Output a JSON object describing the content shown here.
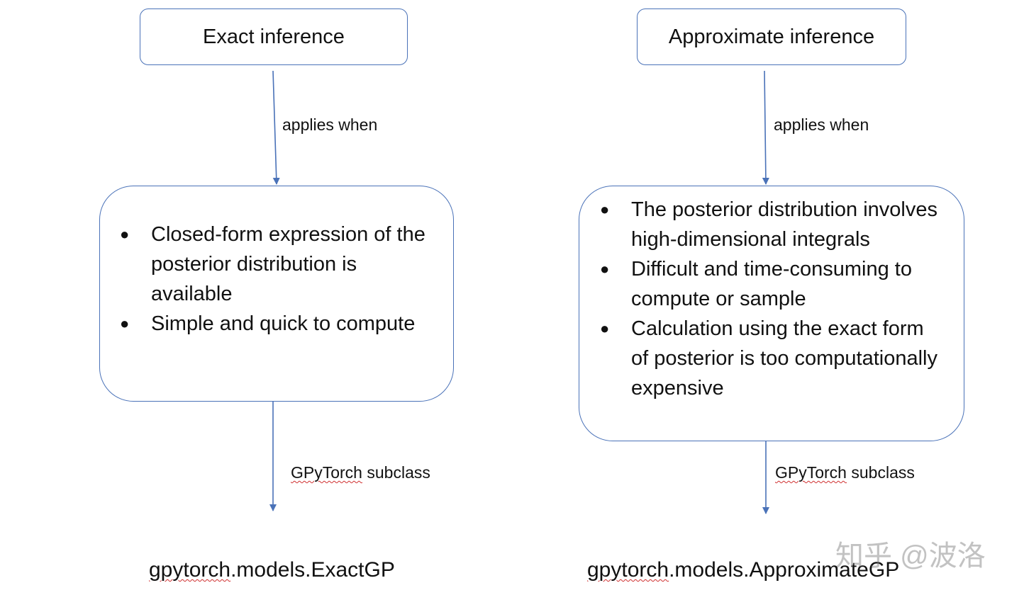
{
  "left": {
    "title": "Exact inference",
    "edge1_label": "applies when",
    "bullets": [
      "Closed-form expression of the posterior distribution is available",
      "Simple and quick to compute"
    ],
    "edge2_label_prefix": "",
    "edge2_label_word": "GPyTorch",
    "edge2_label_suffix": " subclass",
    "class_word": "gpytorch",
    "class_rest": ".models.ExactGP"
  },
  "right": {
    "title": "Approximate inference",
    "edge1_label": "applies when",
    "bullets": [
      "The posterior distribution involves high-dimensional integrals",
      "Difficult and time-consuming to compute or sample",
      "Calculation using the exact form of posterior is too computationally expensive"
    ],
    "edge2_label_word": "GPyTorch",
    "edge2_label_suffix": " subclass",
    "class_word": "gpytorch",
    "class_rest": ".models.ApproximateGP"
  },
  "watermark": "知乎 @波洛",
  "colors": {
    "border": "#4a72b8",
    "arrow": "#4a72b8",
    "spellcheck_underline": "#d03030"
  }
}
